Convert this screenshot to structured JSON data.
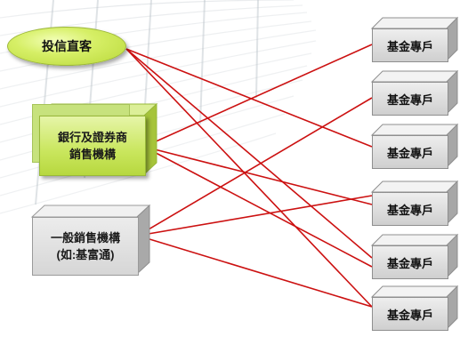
{
  "diagram": {
    "sources": {
      "investment_trust": "投信直客",
      "bank_securities_line1": "銀行及證券商",
      "bank_securities_line2": "銷售機構",
      "general_line1": "一般銷售機構",
      "general_line2": "(如:基富通)"
    },
    "fund_accounts": [
      "基金專戶",
      "基金專戶",
      "基金專戶",
      "基金專戶",
      "基金專戶",
      "基金專戶"
    ],
    "connector_color": "#cc1111",
    "source_colors": {
      "oval": "#c8e24a",
      "green_box": "#c9e65d",
      "grey_box": "#d6d6d6"
    }
  }
}
